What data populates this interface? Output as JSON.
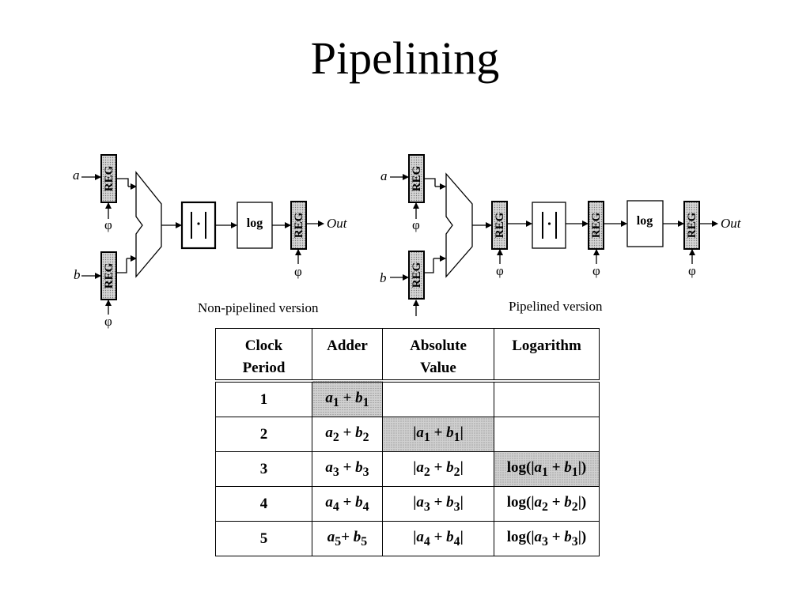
{
  "slide": {
    "title": "Pipelining"
  },
  "labels": {
    "input_a": "a",
    "input_b": "b",
    "clock": "φ",
    "reg": "REG",
    "abs_block": "|·|",
    "log_block": "log",
    "output": "Out"
  },
  "captions": {
    "non_pipelined": "Non-pipelined version",
    "pipelined": "Pipelined version"
  },
  "table": {
    "headers": [
      [
        "Clock",
        "Period"
      ],
      [
        "Adder"
      ],
      [
        "Absolute",
        "Value"
      ],
      [
        "Logarithm"
      ]
    ],
    "rows": [
      {
        "period": "1",
        "adder": "a1 + b1",
        "abs": "",
        "log": "",
        "shaded": "adder"
      },
      {
        "period": "2",
        "adder": "a2 + b2",
        "abs": "|a1 + b1|",
        "log": "",
        "shaded": "abs"
      },
      {
        "period": "3",
        "adder": "a3 + b3",
        "abs": "|a2 + b2|",
        "log": "log(|a1 + b1|)",
        "shaded": "log"
      },
      {
        "period": "4",
        "adder": "a4 + b4",
        "abs": "|a3 + b3|",
        "log": "log(|a2 + b2|)",
        "shaded": ""
      },
      {
        "period": "5",
        "adder": "a5+ b5",
        "abs": "|a4 + b4|",
        "log": "log(|a3 + b3|)",
        "shaded": ""
      }
    ]
  }
}
